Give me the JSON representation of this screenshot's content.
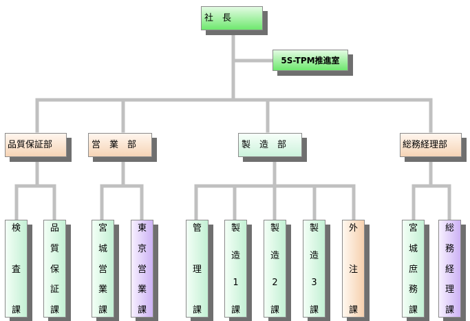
{
  "top": {
    "president": "社　長",
    "office": "5S-TPM推進室"
  },
  "departments": [
    {
      "name": "品質保証部"
    },
    {
      "name": "営　業　部"
    },
    {
      "name": "製　造　部"
    },
    {
      "name": "総務経理部"
    }
  ],
  "sections": [
    {
      "chars": [
        "検",
        "査",
        "課"
      ]
    },
    {
      "chars": [
        "品",
        "質",
        "保",
        "証",
        "課"
      ]
    },
    {
      "chars": [
        "宮",
        "城",
        "営",
        "業",
        "課"
      ]
    },
    {
      "chars": [
        "東",
        "京",
        "営",
        "業",
        "課"
      ]
    },
    {
      "chars": [
        "管",
        "理",
        "課"
      ]
    },
    {
      "chars": [
        "製",
        "造",
        "1",
        "課"
      ]
    },
    {
      "chars": [
        "製",
        "造",
        "2",
        "課"
      ]
    },
    {
      "chars": [
        "製",
        "造",
        "3",
        "課"
      ]
    },
    {
      "chars": [
        "外",
        "注",
        "課"
      ]
    },
    {
      "chars": [
        "宮",
        "城",
        "庶",
        "務",
        "課"
      ]
    },
    {
      "chars": [
        "総",
        "務",
        "経",
        "理",
        "課"
      ]
    }
  ]
}
